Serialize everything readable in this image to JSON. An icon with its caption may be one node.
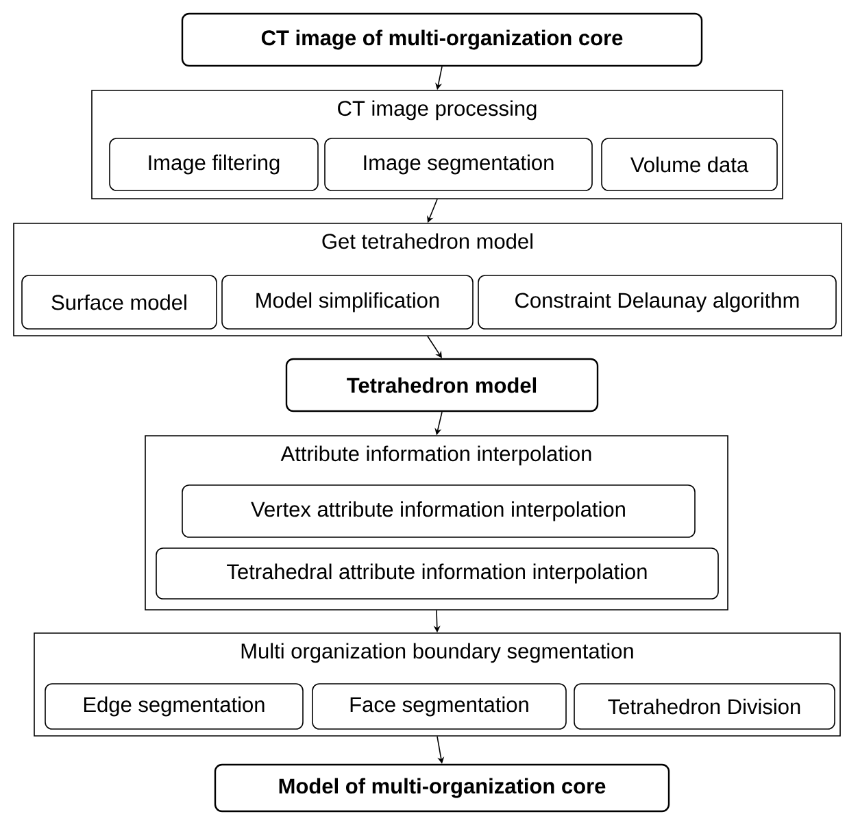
{
  "diagram": {
    "nodes": [
      {
        "text": [
          "CT image of multi-organization core"
        ]
      },
      {
        "text": [
          "CT image processing"
        ]
      },
      {
        "text": [
          "Image filtering"
        ],
        "in": 1
      },
      {
        "text": [
          "Image segmentation"
        ],
        "in": 1
      },
      {
        "text": [
          "Volume data"
        ],
        "in": 1
      },
      {
        "text": [
          "Get tetrahedron model"
        ]
      },
      {
        "text": [
          "Surface model"
        ],
        "in": 5
      },
      {
        "text": [
          "Model simplification"
        ],
        "in": 5
      },
      {
        "text": [
          "Constraint Delaunay algorithm"
        ],
        "in": 5
      },
      {
        "text": [
          "Tetrahedron model"
        ]
      },
      {
        "text": [
          "Attribute information interpolation"
        ]
      },
      {
        "text": [
          "Vertex attribute information interpolation"
        ],
        "in": 10
      },
      {
        "text": [
          "Tetrahedral attribute information interpolation"
        ],
        "in": 10
      },
      {
        "text": [
          "Multi organization boundary segmentation"
        ]
      },
      {
        "text": [
          "Edge segmentation"
        ],
        "in": 13
      },
      {
        "text": [
          "Face segmentation"
        ],
        "in": 13
      },
      {
        "text": [
          "Tetrahedron Division"
        ],
        "in": 13
      },
      {
        "text": [
          "Model of multi-organization core"
        ]
      }
    ],
    "edges": [
      {
        "from": 0,
        "to": 1,
        "arrow": "to"
      },
      {
        "from": 1,
        "to": 5,
        "arrow": "to"
      },
      {
        "from": 5,
        "to": 9,
        "arrow": "to"
      },
      {
        "from": 9,
        "to": 10,
        "arrow": "to"
      },
      {
        "from": 10,
        "to": 13,
        "arrow": "to"
      },
      {
        "from": 13,
        "to": 17,
        "arrow": "to"
      }
    ]
  }
}
